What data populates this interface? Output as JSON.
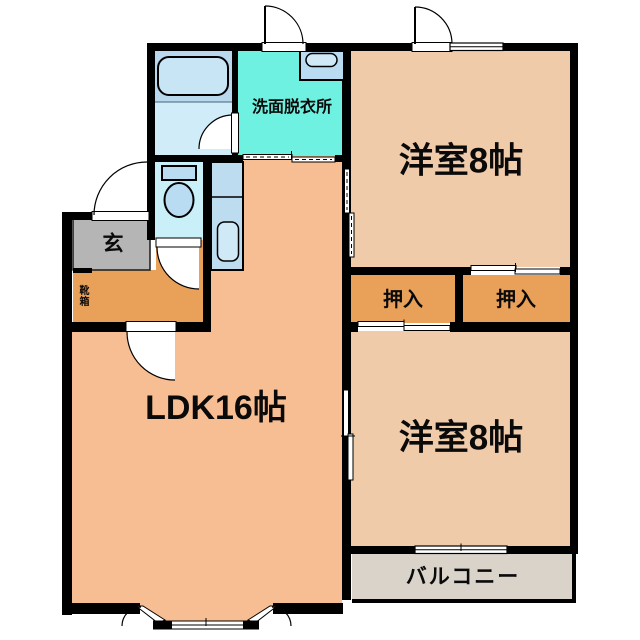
{
  "floor_plan": {
    "rooms": [
      {
        "id": "ldk",
        "label": "LDK16帖"
      },
      {
        "id": "bedroom_top",
        "label": "洋室8帖"
      },
      {
        "id": "bedroom_bottom",
        "label": "洋室8帖"
      },
      {
        "id": "washroom",
        "label": "洗面脱衣所"
      },
      {
        "id": "closet_left",
        "label": "押入"
      },
      {
        "id": "closet_right",
        "label": "押入"
      },
      {
        "id": "entrance",
        "label": "玄"
      },
      {
        "id": "shoe_cabinet",
        "label": "靴箱"
      },
      {
        "id": "balcony",
        "label": "バルコニー"
      }
    ],
    "colors": {
      "wall": "#000000",
      "ldk": "#F6BE92",
      "bedroom": "#F0CBAA",
      "closet": "#E9A159",
      "entrance_floor": "#B5B5B5",
      "washroom": "#6FF1E1",
      "bath_upper": "#B9D8EE",
      "bath_lower": "#CFECF8",
      "fixture": "#BADCF2",
      "tub": "#C7E5F5",
      "toilet_room": "#C9F0F9",
      "kitchen_unit": "#BEDCEF",
      "kitchen_sink": "#CFE9F7",
      "balcony_floor": "#D9D3CA"
    }
  }
}
